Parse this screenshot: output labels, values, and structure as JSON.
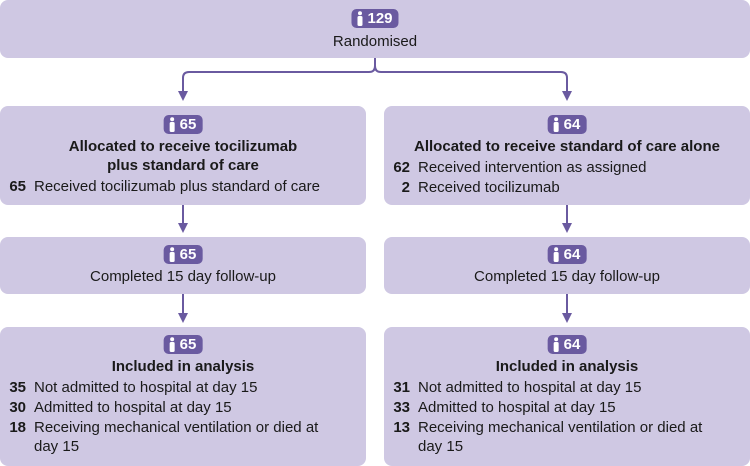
{
  "colors": {
    "box": "#cfc8e3",
    "badge": "#6a5aa0",
    "arrow": "#6a5aa0"
  },
  "top": {
    "count": "129",
    "label": "Randomised"
  },
  "left": {
    "allocation": {
      "count": "65",
      "title_line1": "Allocated to receive tocilizumab",
      "title_line2": "plus standard of care",
      "rows": [
        {
          "n": "65",
          "text": "Received tocilizumab plus standard of care"
        }
      ]
    },
    "followup": {
      "count": "65",
      "label": "Completed 15 day follow-up"
    },
    "analysis": {
      "count": "65",
      "title": "Included in analysis",
      "rows": [
        {
          "n": "35",
          "text": "Not admitted to hospital at day 15"
        },
        {
          "n": "30",
          "text": "Admitted to hospital at day 15"
        },
        {
          "n": "18",
          "text": "Receiving mechanical ventilation or died at",
          "cont": "day 15"
        }
      ]
    }
  },
  "right": {
    "allocation": {
      "count": "64",
      "title": "Allocated to receive standard of care alone",
      "rows": [
        {
          "n": "62",
          "text": "Received intervention as assigned"
        },
        {
          "n": "2",
          "text": "Received tocilizumab"
        }
      ]
    },
    "followup": {
      "count": "64",
      "label": "Completed 15 day follow-up"
    },
    "analysis": {
      "count": "64",
      "title": "Included in analysis",
      "rows": [
        {
          "n": "31",
          "text": "Not admitted to hospital at day 15"
        },
        {
          "n": "33",
          "text": "Admitted to hospital at day 15"
        },
        {
          "n": "13",
          "text": "Receiving mechanical ventilation or died at",
          "cont": "day 15"
        }
      ]
    }
  }
}
